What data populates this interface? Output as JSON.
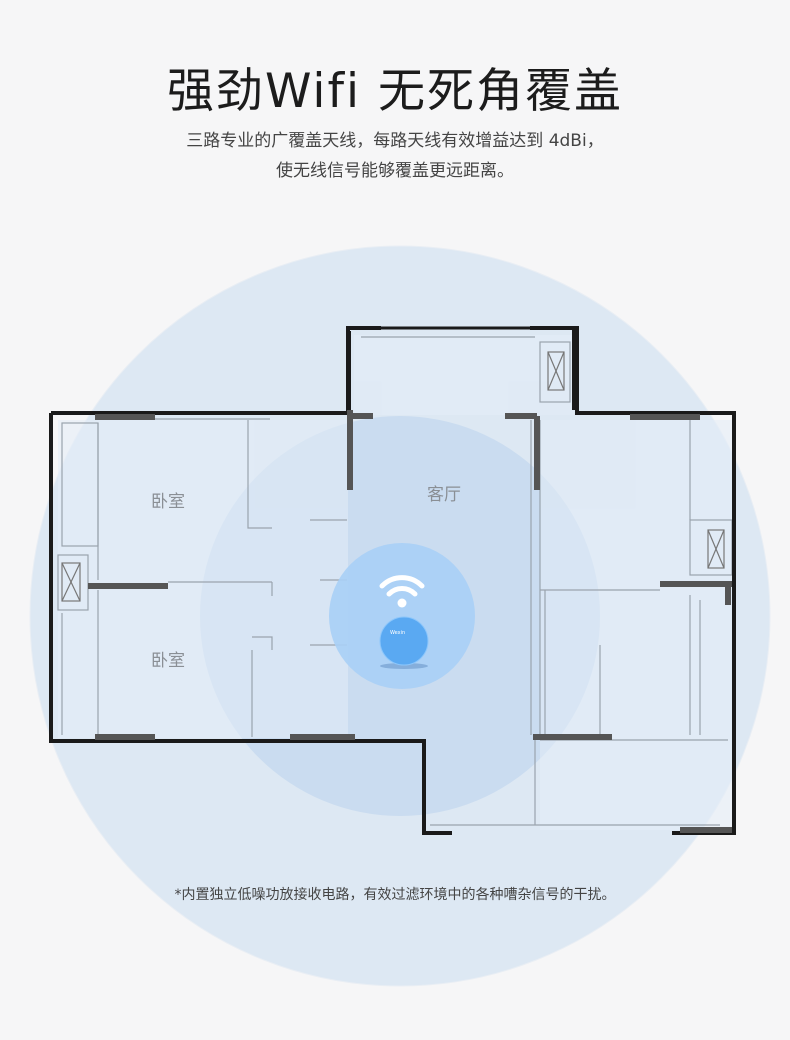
{
  "headline": "强劲Wifi  无死角覆盖",
  "description": {
    "line1": "三路专业的广覆盖天线，每路天线有效增益达到 4dBi，",
    "line2": "使无线信号能够覆盖更远距离。"
  },
  "floorplan": {
    "rooms": {
      "bedroom_top": "卧室",
      "bedroom_bottom": "卧室",
      "living_room": "客厅"
    },
    "device_label": "Wexin",
    "icons": [
      "wifi-signal-icon",
      "router-device"
    ]
  },
  "footnote": "*内置独立低噪功放接收电路，有效过滤环境中的各种嘈杂信号的干扰。",
  "colors": {
    "coverage_outer": "#dbe8f4",
    "coverage_mid": "#c9ddf1",
    "coverage_inner": "#a7cdf5",
    "wall": "#1a1a1a",
    "device": "#5aa9f2"
  }
}
